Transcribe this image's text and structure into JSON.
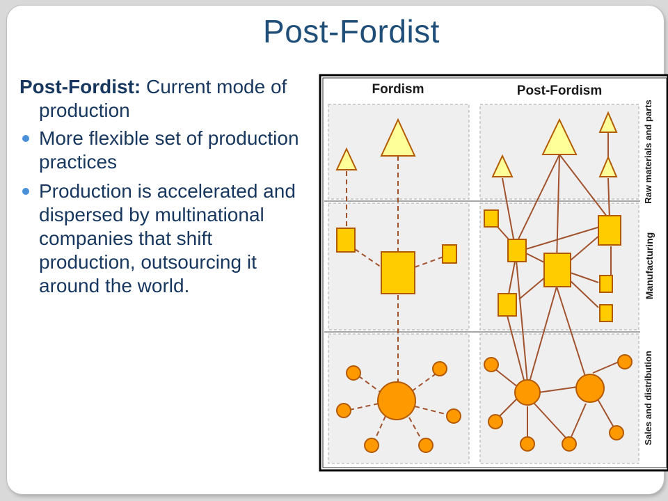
{
  "slide": {
    "title": "Post-Fordist",
    "lead_term": "Post-Fordist:",
    "lead_rest": " Current mode of production",
    "bullets": [
      "More flexible set of production practices",
      "Production is accelerated and dispersed by multinational companies that shift production, outsourcing it around the world."
    ]
  },
  "diagram": {
    "columns": [
      "Fordism",
      "Post-Fordism"
    ],
    "rows": [
      "Raw materials and parts",
      "Manufacturing",
      "Sales and distribution"
    ],
    "colors": {
      "triangle": "#ffff99",
      "square": "#ffcc00",
      "circle": "#ff9900",
      "stroke": "#b35a00",
      "line": "#a0522d",
      "panel": "#efefef"
    }
  }
}
